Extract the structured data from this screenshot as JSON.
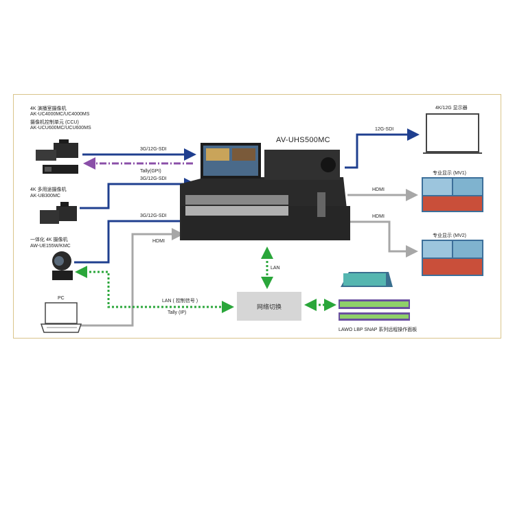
{
  "device_title": "AV-UHS500MC",
  "cameras": {
    "studio_title": "4K 演播室摄像机",
    "studio_models": "AK-UC4000MC/UC4000MS",
    "ccu_title": "摄像机控制单元 (CCU)",
    "ccu_models": "AK-UCU600MC/UCU600MS",
    "multi_title": "4K 多用途摄像机",
    "multi_model": "AK-UB300MC",
    "ptz_title": "一体化 4K 摄像机",
    "ptz_model": "AW-UE155W/KMC"
  },
  "pc_label": "PC",
  "links": {
    "sdi_1": "3G/12G-SDI",
    "tally_gpi": "Tally(GPI)",
    "sdi_2": "3G/12G-SDI",
    "sdi_3": "3G/12G-SDI",
    "hdmi_in": "HDMI",
    "lan_ctrl": "LAN ( 控制信号 )",
    "tally_ip": "Tally (IP)",
    "lan": "LAN",
    "sdi_out": "12G-SDI",
    "hdmi_mv1": "HDMI",
    "hdmi_mv2": "HDMI"
  },
  "outputs": {
    "monitor_4k": "4K/12G 显示器",
    "mv1": "专业显示 (MV1)",
    "mv2": "专业显示 (MV2)"
  },
  "network_switch": "网络切换",
  "panel_caption": "LAWO LBP SNAP 系列远程操作面板",
  "colors": {
    "sdi": "#1f3f8f",
    "tally_gpi": "#8a4fa8",
    "hdmi": "#a7a7a7",
    "lan": "#2aa63a",
    "frame": "#d9c48a"
  }
}
